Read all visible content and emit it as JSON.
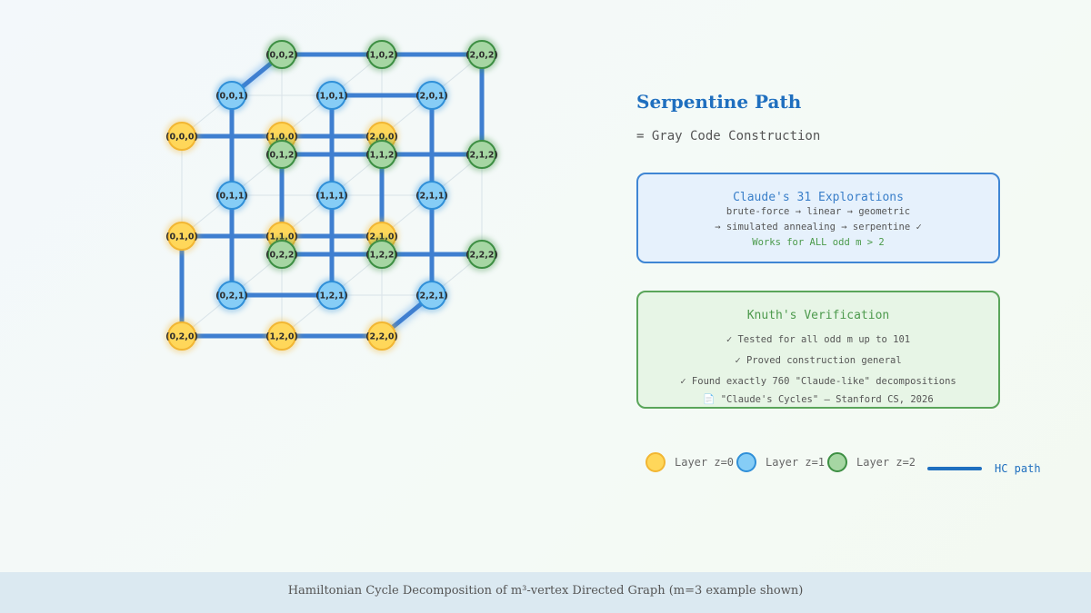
{
  "title": "Serpentine Path",
  "subtitle": "= Gray Code Construction",
  "explorations": {
    "heading": "Claude's 31 Explorations",
    "line1": "brute-force → linear → geometric",
    "line2": "→ simulated annealing → serpentine ✓",
    "line3": "Works for ALL odd m > 2"
  },
  "verification": {
    "heading": "Knuth's Verification",
    "line1": "✓ Tested for all odd m up to 101",
    "line2": "✓ Proved construction general",
    "line3": "✓ Found exactly 760 \"Claude-like\" decompositions",
    "line4": "📄 \"Claude's Cycles\" — Stanford CS, 2026"
  },
  "legend": {
    "layer0": "Layer z=0",
    "layer1": "Layer z=1",
    "layer2": "Layer z=2",
    "path": "HC path"
  },
  "colors": {
    "layer0_fill": "#ffd75a",
    "layer0_stroke": "#f2b632",
    "layer1_fill": "#86cdf6",
    "layer1_stroke": "#2f8fd8",
    "layer2_fill": "#a6d6a3",
    "layer2_stroke": "#3d8f43",
    "path": "#3f7fd0",
    "glow": "#8ec0f0"
  },
  "footer": "Hamiltonian Cycle Decomposition of m³-vertex Directed Graph (m=3 example shown)",
  "graph": {
    "m": 3,
    "nodes": [
      {
        "label": "(0,0,0)",
        "x": 0,
        "y": 0,
        "z": 0
      },
      {
        "label": "(1,0,0)",
        "x": 1,
        "y": 0,
        "z": 0
      },
      {
        "label": "(2,0,0)",
        "x": 2,
        "y": 0,
        "z": 0
      },
      {
        "label": "(0,1,0)",
        "x": 0,
        "y": 1,
        "z": 0
      },
      {
        "label": "(1,1,0)",
        "x": 1,
        "y": 1,
        "z": 0
      },
      {
        "label": "(2,1,0)",
        "x": 2,
        "y": 1,
        "z": 0
      },
      {
        "label": "(0,2,0)",
        "x": 0,
        "y": 2,
        "z": 0
      },
      {
        "label": "(1,2,0)",
        "x": 1,
        "y": 2,
        "z": 0
      },
      {
        "label": "(2,2,0)",
        "x": 2,
        "y": 2,
        "z": 0
      },
      {
        "label": "(0,0,1)",
        "x": 0,
        "y": 0,
        "z": 1
      },
      {
        "label": "(1,0,1)",
        "x": 1,
        "y": 0,
        "z": 1
      },
      {
        "label": "(2,0,1)",
        "x": 2,
        "y": 0,
        "z": 1
      },
      {
        "label": "(0,1,1)",
        "x": 0,
        "y": 1,
        "z": 1
      },
      {
        "label": "(1,1,1)",
        "x": 1,
        "y": 1,
        "z": 1
      },
      {
        "label": "(2,1,1)",
        "x": 2,
        "y": 1,
        "z": 1
      },
      {
        "label": "(0,2,1)",
        "x": 0,
        "y": 2,
        "z": 1
      },
      {
        "label": "(1,2,1)",
        "x": 1,
        "y": 2,
        "z": 1
      },
      {
        "label": "(2,2,1)",
        "x": 2,
        "y": 2,
        "z": 1
      },
      {
        "label": "(0,0,2)",
        "x": 0,
        "y": 0,
        "z": 2
      },
      {
        "label": "(1,0,2)",
        "x": 1,
        "y": 0,
        "z": 2
      },
      {
        "label": "(2,0,2)",
        "x": 2,
        "y": 0,
        "z": 2
      },
      {
        "label": "(0,1,2)",
        "x": 0,
        "y": 1,
        "z": 2
      },
      {
        "label": "(1,1,2)",
        "x": 1,
        "y": 1,
        "z": 2
      },
      {
        "label": "(2,1,2)",
        "x": 2,
        "y": 1,
        "z": 2
      },
      {
        "label": "(0,2,2)",
        "x": 0,
        "y": 2,
        "z": 2
      },
      {
        "label": "(1,2,2)",
        "x": 1,
        "y": 2,
        "z": 2
      },
      {
        "label": "(2,2,2)",
        "x": 2,
        "y": 2,
        "z": 2
      }
    ],
    "path": [
      "(0,0,0)",
      "(1,0,0)",
      "(2,0,0)",
      "(2,1,0)",
      "(1,1,0)",
      "(0,1,0)",
      "(0,2,0)",
      "(1,2,0)",
      "(2,2,0)",
      "(2,2,1)",
      "(2,1,1)",
      "(2,0,1)",
      "(1,0,1)",
      "(1,1,1)",
      "(1,2,1)",
      "(0,2,1)",
      "(0,1,1)",
      "(0,0,1)",
      "(0,0,2)",
      "(1,0,2)",
      "(2,0,2)",
      "(2,1,2)",
      "(1,1,2)",
      "(0,1,2)",
      "(0,2,2)",
      "(1,2,2)",
      "(2,2,2)"
    ]
  }
}
